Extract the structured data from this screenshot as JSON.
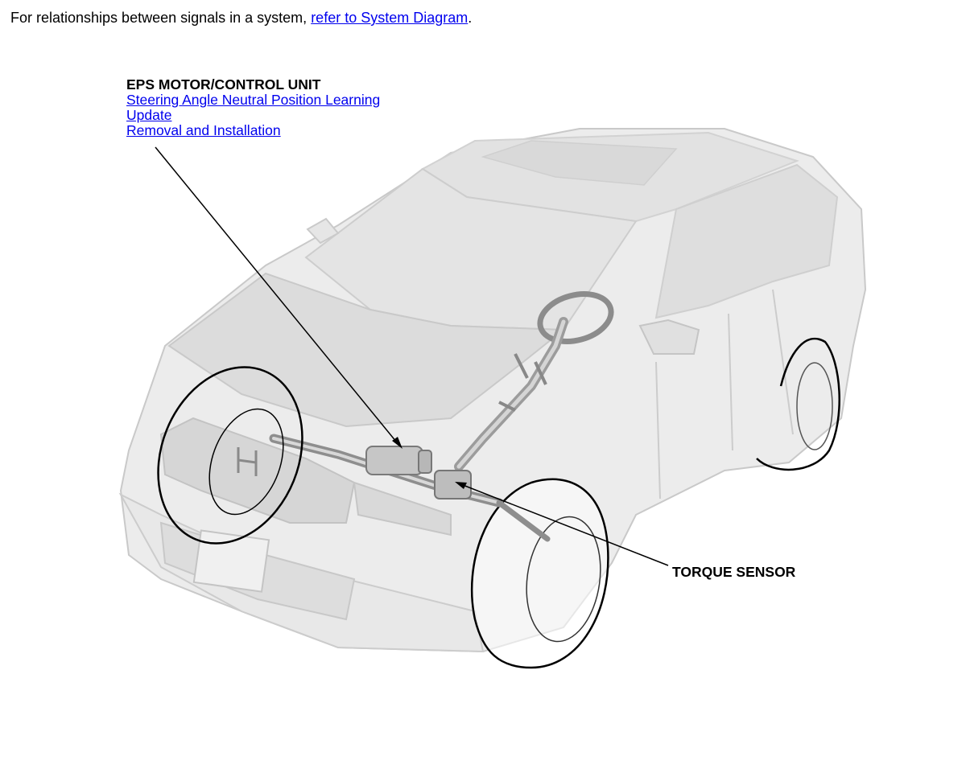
{
  "intro": {
    "text_before": "For relationships between signals in a system, ",
    "link_text": "refer to System Diagram",
    "text_after": "."
  },
  "callouts": {
    "eps_motor": {
      "title": "EPS MOTOR/CONTROL UNIT",
      "links": [
        "Steering Angle Neutral Position Learning",
        "Update",
        "Removal and Installation"
      ]
    },
    "torque_sensor": {
      "title": "TORQUE SENSOR"
    }
  },
  "colors": {
    "link": "#0000ee",
    "text": "#000000",
    "car_fill": "#ececec",
    "car_line": "#c7c7c7"
  },
  "illustration": "car-eps-components"
}
